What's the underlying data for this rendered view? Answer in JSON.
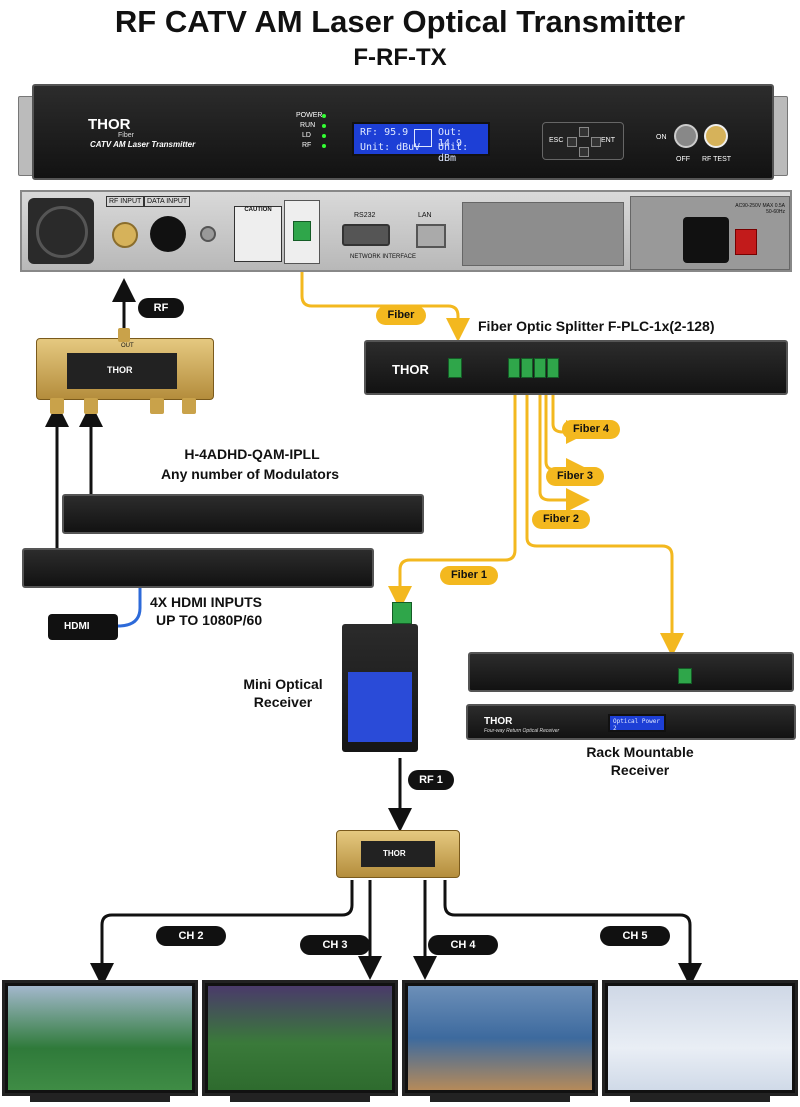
{
  "title": "RF CATV AM Laser Optical Transmitter",
  "subtitle": "F-RF-TX",
  "transmitter": {
    "brand": "THOR",
    "brand_sub": "Fiber",
    "model": "CATV AM Laser Transmitter",
    "lcd_rf": "RF: 95.9",
    "lcd_out": "Out: 14.9",
    "lcd_unit_rf": "Unit: dBuV",
    "lcd_unit_out": "Unit: dBm",
    "leds": [
      "POWER",
      "RUN",
      "LD",
      "RF"
    ],
    "esc": "ESC",
    "ent": "ENT",
    "on": "ON",
    "off": "OFF",
    "rf_test": "RF TEST"
  },
  "rear": {
    "rf_input": "RF INPUT",
    "data_input": "DATA INPUT",
    "caution": "CAUTION",
    "rs232": "RS232",
    "lan": "LAN",
    "network": "NETWORK INTERFACE",
    "power_spec": "AC90-250V MAX 0.5A 50-60Hz"
  },
  "labels": {
    "rf": "RF",
    "fiber": "Fiber",
    "splitter": "Fiber Optic Splitter F-PLC-1x(2-128)",
    "modulator_line1": "H-4ADHD-QAM-IPLL",
    "modulator_line2": "Any number of Modulators",
    "hdmi_line1": "4X HDMI INPUTS",
    "hdmi_line2": "UP TO 1080P/60",
    "hdmi": "HDMI",
    "mini_line1": "Mini Optical",
    "mini_line2": "Receiver",
    "rack_line1": "Rack Mountable",
    "rack_line2": "Receiver",
    "rf1": "RF 1",
    "fiber1": "Fiber 1",
    "fiber2": "Fiber 2",
    "fiber3": "Fiber 3",
    "fiber4": "Fiber 4",
    "ch2": "CH 2",
    "ch3": "CH 3",
    "ch4": "CH 4",
    "ch5": "CH 5",
    "combiner_out": "OUT",
    "rack_receiver_model": "Four-way Return Optical Receiver",
    "rack_lcd": "Optical Power 2"
  },
  "colors": {
    "fiber": "#f3b81f",
    "lcd": "#1d3fd6",
    "device": "#1a1a1a",
    "green_port": "#2fa64a",
    "gold": "#c9a24a"
  }
}
